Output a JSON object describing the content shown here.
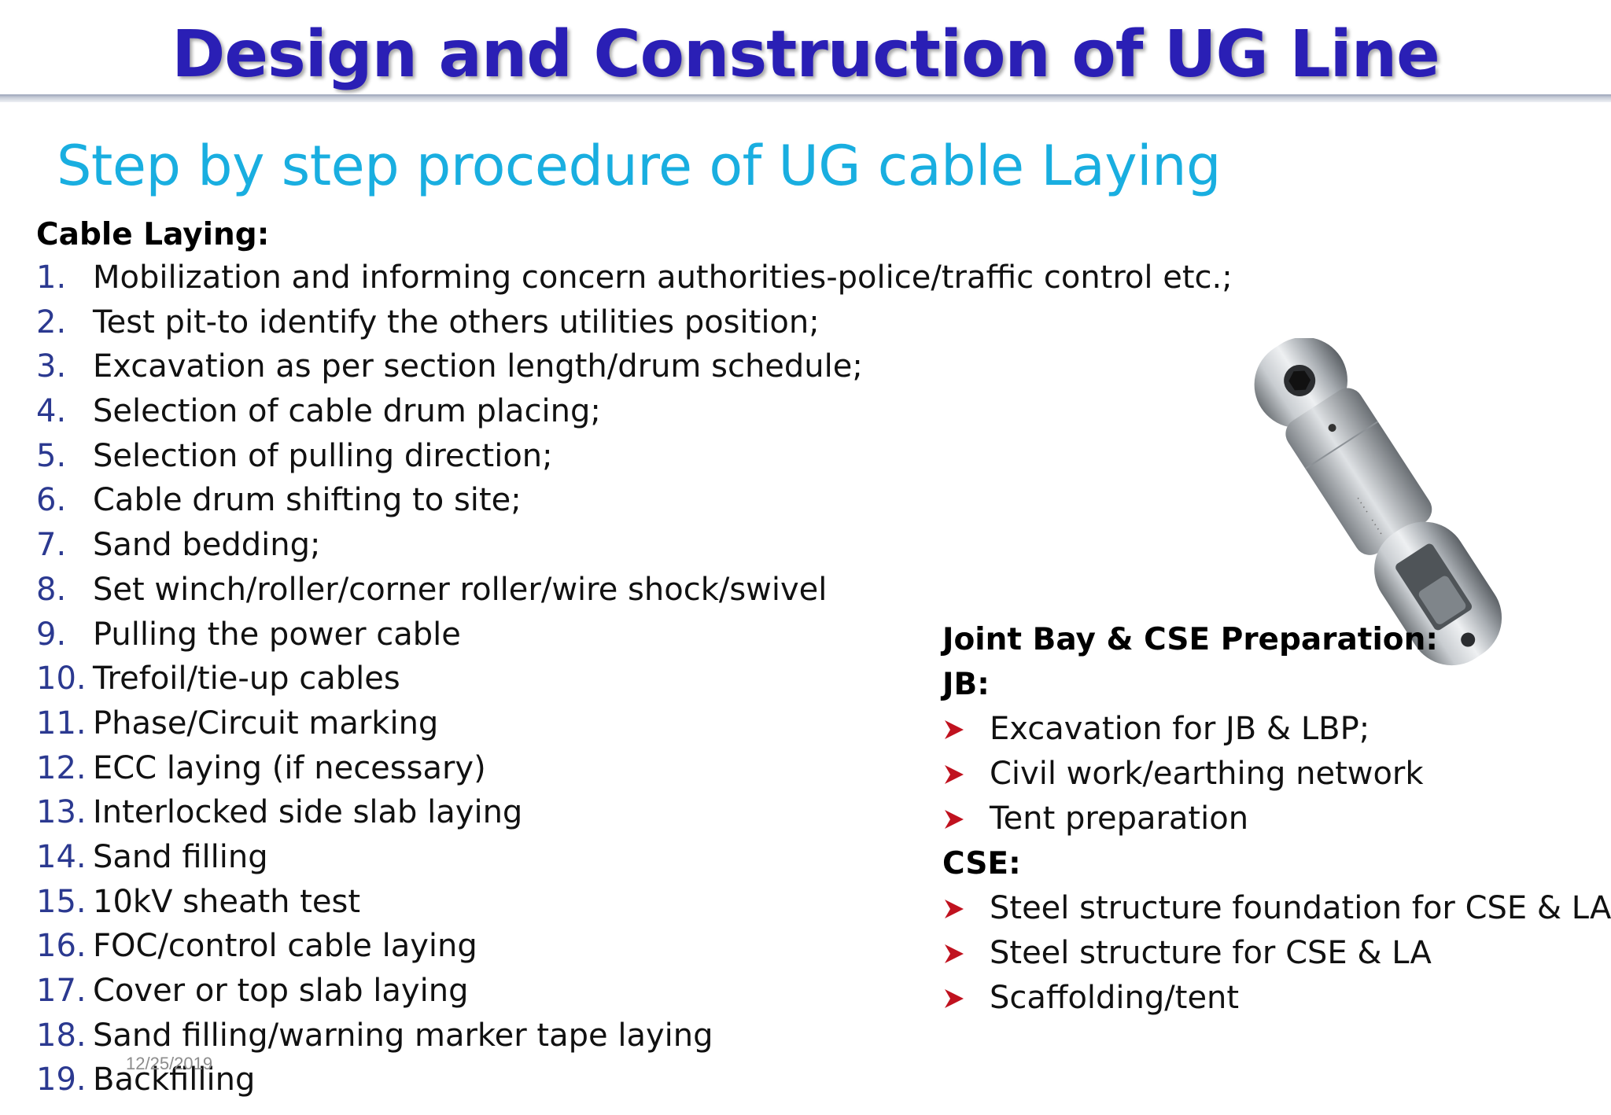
{
  "slide": {
    "title": "Design and Construction of UG Line",
    "subtitle": "Step by step procedure of UG cable Laying",
    "date": "12/25/2019"
  },
  "cable_laying": {
    "heading": "Cable Laying:",
    "steps": [
      {
        "num": "1.",
        "text": "Mobilization and informing concern authorities-police/traffic control etc.;"
      },
      {
        "num": "2.",
        "text": "Test pit-to identify the others utilities position;"
      },
      {
        "num": "3.",
        "text": "Excavation as per section length/drum schedule;"
      },
      {
        "num": "4.",
        "text": "Selection of cable drum placing;"
      },
      {
        "num": "5.",
        "text": "Selection of pulling direction;"
      },
      {
        "num": "6.",
        "text": "Cable drum shifting to site;"
      },
      {
        "num": "7.",
        "text": "Sand bedding;"
      },
      {
        "num": "8.",
        "text": "Set winch/roller/corner roller/wire shock/swivel"
      },
      {
        "num": "9.",
        "text": "Pulling the power cable"
      },
      {
        "num": "10.",
        "text": "Trefoil/tie-up cables"
      },
      {
        "num": "11.",
        "text": "Phase/Circuit marking"
      },
      {
        "num": "12.",
        "text": "ECC laying (if necessary)"
      },
      {
        "num": "13.",
        "text": "Interlocked side slab laying"
      },
      {
        "num": "14.",
        "text": "Sand filling"
      },
      {
        "num": "15.",
        "text": "10kV sheath test"
      },
      {
        "num": "16.",
        "text": "FOC/control cable laying"
      },
      {
        "num": "17.",
        "text": "Cover or top slab laying"
      },
      {
        "num": "18.",
        "text": "Sand filling/warning marker tape laying"
      },
      {
        "num": "19.",
        "text": "Backfilling"
      }
    ]
  },
  "joint_bay": {
    "heading": "Joint Bay & CSE Preparation:",
    "jb_heading": "JB:",
    "jb_items": [
      "Excavation for JB & LBP;",
      "Civil work/earthing network",
      "Tent preparation"
    ],
    "cse_heading": "CSE:",
    "cse_items": [
      "Steel structure foundation for CSE & LA;",
      "Steel structure for CSE & LA",
      "Scaffolding/tent"
    ]
  },
  "colors": {
    "title": "#2a1fb5",
    "subtitle": "#19aee0",
    "numbers": "#2b3990",
    "bullet_arrow": "#c0121f"
  },
  "icons": {
    "bullet": "arrow-bullet-icon",
    "photo": "cable-swivel-image"
  }
}
